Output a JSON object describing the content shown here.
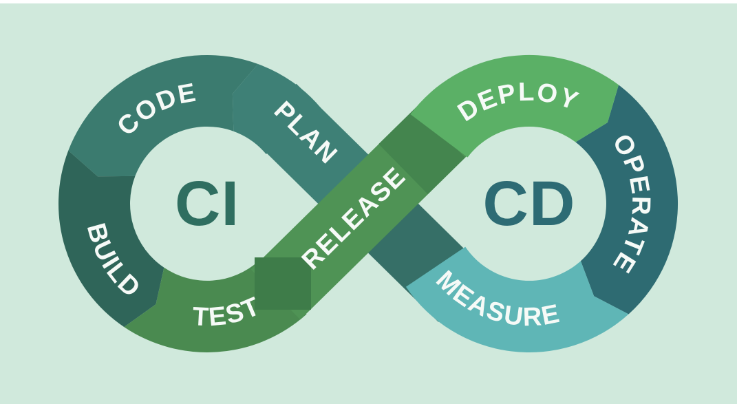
{
  "labels": {
    "ci": "CI",
    "cd": "CD",
    "plan": "PLAN",
    "code": "CODE",
    "build": "BUILD",
    "test": "TEST",
    "release": "RELEASE",
    "deploy": "DEPLOY",
    "operate": "OPERATE",
    "measure": "MEASURE"
  },
  "colors": {
    "background": "#D0E9DC",
    "top_margin": "#FFFFFF",
    "plan": "#3E8076",
    "code": "#3B7B6F",
    "build": "#2F6559",
    "test": "#4A8A50",
    "test_release_transition": "#3E7C49",
    "release": "#4F9355",
    "release_deploy_transition": "#44854E",
    "deploy": "#5BB066",
    "operate": "#2E6B72",
    "measure": "#5FB6B6",
    "measure_plan_connector": "#366F67",
    "label_text": "#F6FAF7",
    "ci_text": "#2F6E60",
    "cd_text": "#2D6B74"
  }
}
